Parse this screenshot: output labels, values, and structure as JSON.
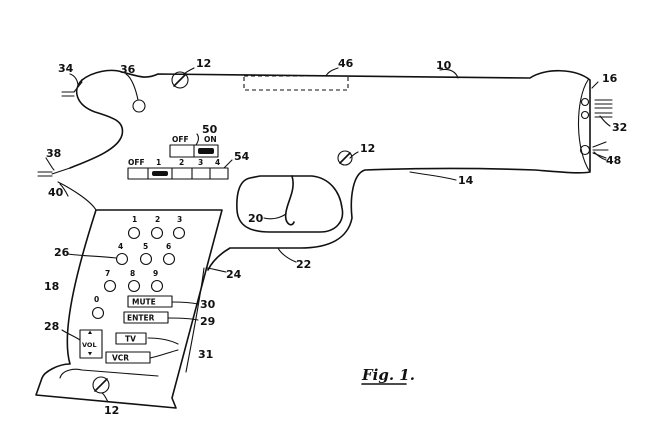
{
  "figure_label": "Fig. 1.",
  "reference_numerals": {
    "n10": "10",
    "n12a": "12",
    "n12b": "12",
    "n12c": "12",
    "n14": "14",
    "n16": "16",
    "n18": "18",
    "n20": "20",
    "n22": "22",
    "n24": "24",
    "n26": "26",
    "n28": "28",
    "n29": "29",
    "n30": "30",
    "n31": "31",
    "n32": "32",
    "n34": "34",
    "n36": "36",
    "n38": "38",
    "n40": "40",
    "n46": "46",
    "n48": "48",
    "n50": "50",
    "n54": "54"
  },
  "switch_50": {
    "off": "OFF",
    "on": "ON"
  },
  "selector_54": {
    "off": "OFF",
    "pos1": "1",
    "pos2": "2",
    "pos3": "3",
    "pos4": "4"
  },
  "keypad": {
    "k1": "1",
    "k2": "2",
    "k3": "3",
    "k4": "4",
    "k5": "5",
    "k6": "6",
    "k7": "7",
    "k8": "8",
    "k9": "9",
    "k0": "0"
  },
  "buttons": {
    "mute": "MUTE",
    "enter": "ENTER",
    "tv": "TV",
    "vcr": "VCR",
    "vol": "VOL"
  }
}
